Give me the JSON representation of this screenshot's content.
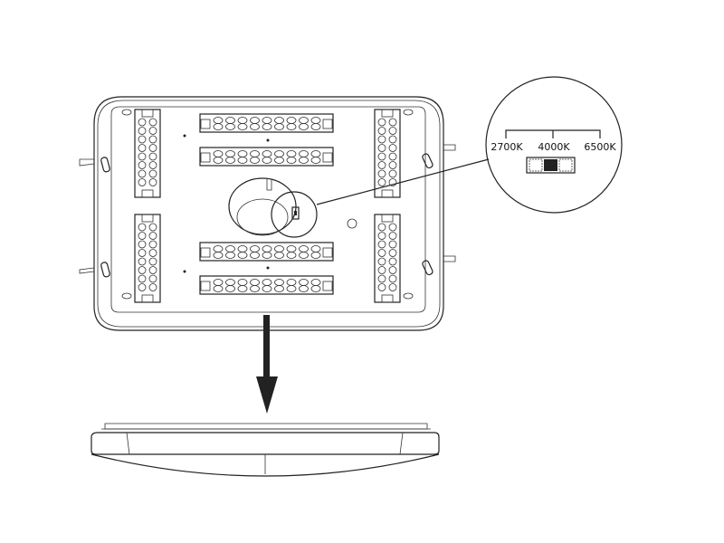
{
  "diagram": {
    "cct_switch": {
      "options": [
        "2700K",
        "4000K",
        "6500K"
      ],
      "selected": "4000K"
    },
    "colors": {
      "line": "#222222",
      "switch_knob": "#222222",
      "background": "#ffffff"
    }
  }
}
